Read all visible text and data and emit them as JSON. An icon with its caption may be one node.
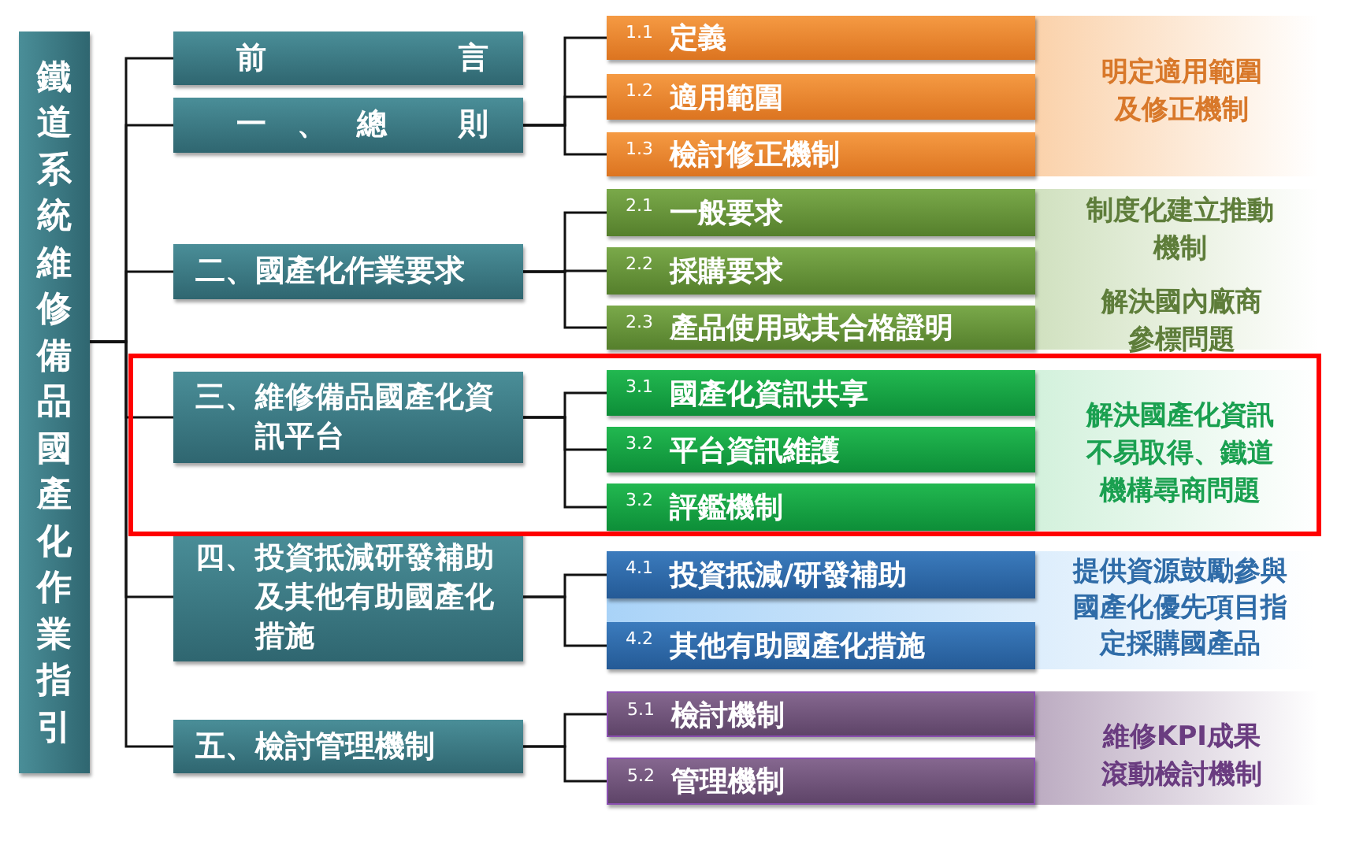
{
  "diagram": {
    "nodes": [
      {
        "text": [
          "鐵道系統維修備品國產化作業指引"
        ]
      },
      {
        "text": [
          "前 言"
        ]
      },
      {
        "text": [
          "一、總 則"
        ]
      },
      {
        "text": [
          "二、國產化作業要求"
        ]
      },
      {
        "text": [
          "三、維修備品國產化資訊平台"
        ]
      },
      {
        "text": [
          "四、投資抵減研發補助及其他有助國產化措施"
        ]
      },
      {
        "text": [
          "五、檢討管理機制"
        ]
      },
      {
        "text": [
          "1.1",
          "定義"
        ]
      },
      {
        "text": [
          "1.2",
          "適用範圍"
        ]
      },
      {
        "text": [
          "1.3",
          "檢討修正機制"
        ]
      },
      {
        "text": [
          "2.1",
          "一般要求"
        ]
      },
      {
        "text": [
          "2.2",
          "採購要求"
        ]
      },
      {
        "text": [
          "2.3",
          "產品使用或其合格證明"
        ]
      },
      {
        "text": [
          "3.1",
          "國產化資訊共享"
        ]
      },
      {
        "text": [
          "3.2",
          "平台資訊維護"
        ]
      },
      {
        "text": [
          "3.2",
          "評鑑機制"
        ]
      },
      {
        "text": [
          "4.1",
          "投資抵減/研發補助"
        ]
      },
      {
        "text": [
          "4.2",
          "其他有助國產化措施"
        ]
      },
      {
        "text": [
          "5.1",
          "檢討機制"
        ]
      },
      {
        "text": [
          "5.2",
          "管理機制"
        ]
      }
    ],
    "edges": [
      {
        "from": 0,
        "to": 1,
        "arrow": "none"
      },
      {
        "from": 0,
        "to": 2,
        "arrow": "none"
      },
      {
        "from": 0,
        "to": 3,
        "arrow": "none"
      },
      {
        "from": 0,
        "to": 4,
        "arrow": "none"
      },
      {
        "from": 0,
        "to": 5,
        "arrow": "none"
      },
      {
        "from": 0,
        "to": 6,
        "arrow": "none"
      },
      {
        "from": 2,
        "to": 7,
        "arrow": "none"
      },
      {
        "from": 2,
        "to": 8,
        "arrow": "none"
      },
      {
        "from": 2,
        "to": 9,
        "arrow": "none"
      },
      {
        "from": 3,
        "to": 10,
        "arrow": "none"
      },
      {
        "from": 3,
        "to": 11,
        "arrow": "none"
      },
      {
        "from": 3,
        "to": 12,
        "arrow": "none"
      },
      {
        "from": 4,
        "to": 13,
        "arrow": "none"
      },
      {
        "from": 4,
        "to": 14,
        "arrow": "none"
      },
      {
        "from": 4,
        "to": 15,
        "arrow": "none"
      },
      {
        "from": 5,
        "to": 16,
        "arrow": "none"
      },
      {
        "from": 5,
        "to": 17,
        "arrow": "none"
      },
      {
        "from": 6,
        "to": 18,
        "arrow": "none"
      },
      {
        "from": 6,
        "to": 19,
        "arrow": "none"
      }
    ],
    "labels": [
      "明定適用範圍及修正機制",
      "制度化建立推動機制",
      "解決國內廠商參標問題",
      "解決國產化資訊不易取得、鐵道機構尋商問題",
      "提供資源鼓勵參與國產化優先項目指定採購國產品",
      "維修KPI成果滾動檢討機制"
    ]
  }
}
